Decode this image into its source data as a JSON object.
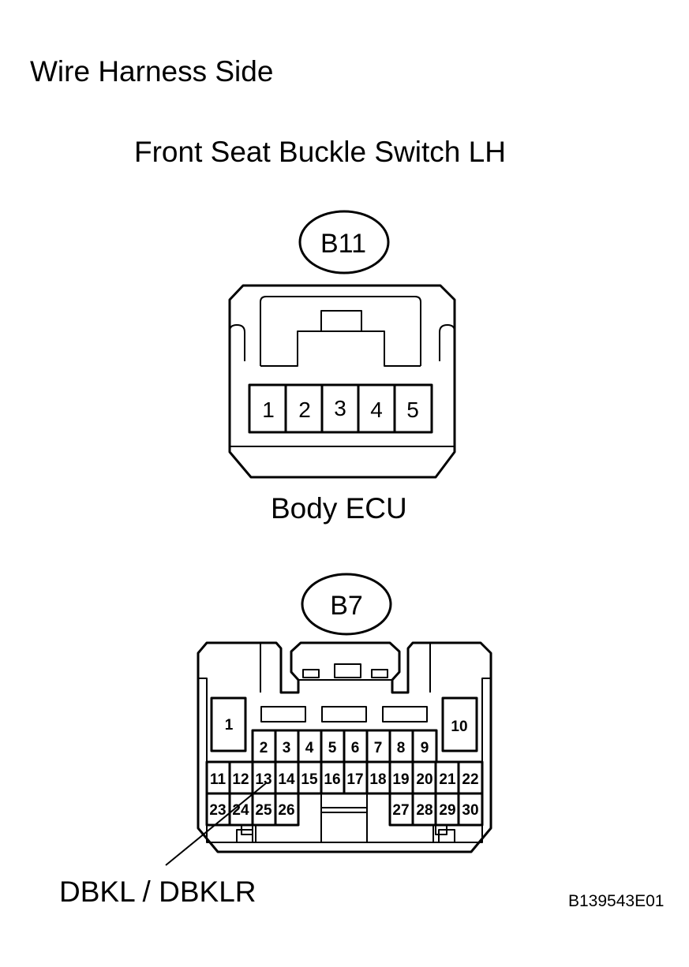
{
  "heading": "Wire Harness Side",
  "connector1": {
    "title": "Front Seat Buckle Switch LH",
    "code": "B11",
    "pins": [
      "1",
      "2",
      "3",
      "4",
      "5"
    ]
  },
  "connector2": {
    "title": "Body ECU",
    "code": "B7",
    "pins_top_left": "1",
    "pins_top_right": "10",
    "pins_row1": [
      "2",
      "3",
      "4",
      "5",
      "6",
      "7",
      "8",
      "9"
    ],
    "pins_row2": [
      "11",
      "12",
      "13",
      "14",
      "15",
      "16",
      "17",
      "18",
      "19",
      "20",
      "21",
      "22"
    ],
    "pins_row3_left": [
      "23",
      "24",
      "25",
      "26"
    ],
    "pins_row3_right": [
      "27",
      "28",
      "29",
      "30"
    ]
  },
  "callout_label": "DBKL / DBKLR",
  "figure_id": "B139543E01"
}
